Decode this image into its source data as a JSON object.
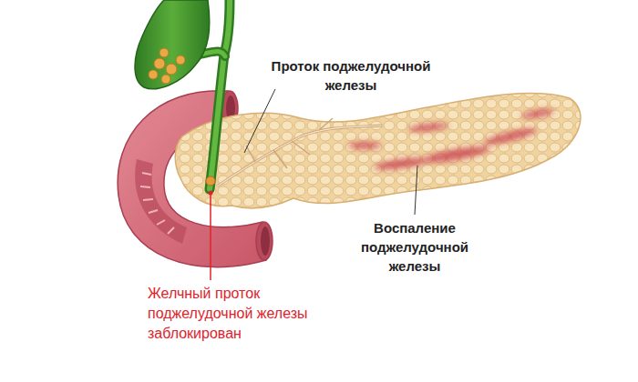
{
  "diagram": {
    "labels": [
      "Проток поджелудочной железы",
      "Воспаление поджелудочной железы",
      "Желчный проток поджелудочной железы заблокирован"
    ]
  }
}
